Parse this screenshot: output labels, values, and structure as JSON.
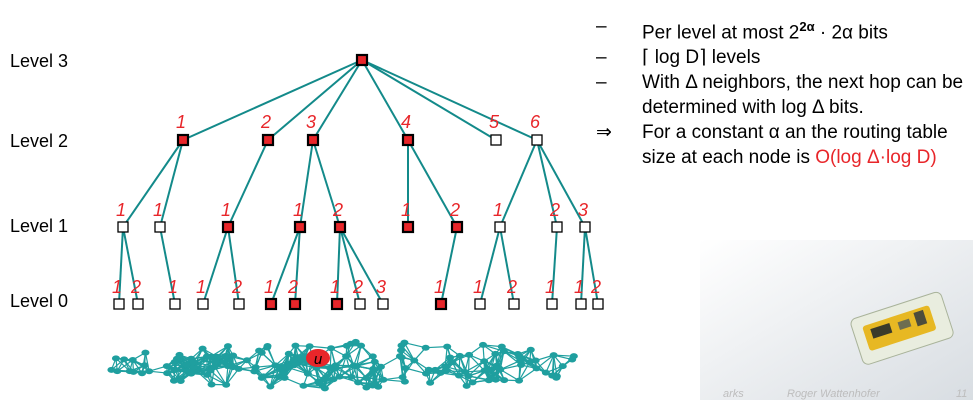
{
  "level_labels": [
    "Level 3",
    "Level 2",
    "Level 1",
    "Level 0"
  ],
  "bullets": [
    {
      "marker": "–",
      "text_before": "Per level at most 2",
      "superscript": "2α",
      "text_after": " · 2α bits"
    },
    {
      "marker": "–",
      "text": "⌈ log D⌉ levels"
    },
    {
      "marker": "–",
      "text": "With Δ neighbors, the next hop can be determined with log Δ bits."
    },
    {
      "marker": "⇒",
      "text_before": "For a constant α an the routing table size at each node is ",
      "highlight": "O(log Δ·log D)"
    }
  ],
  "tree": {
    "root_label": "",
    "level2_labels": [
      "1",
      "2",
      "3",
      "4",
      "5",
      "6"
    ],
    "level1_labels": [
      "1",
      "1",
      "1",
      "1",
      "2",
      "1",
      "2",
      "1",
      "2",
      "3"
    ],
    "level0_labels": [
      "1",
      "2",
      "1",
      "1",
      "2",
      "1",
      "2",
      "1",
      "2",
      "3",
      "1",
      "1",
      "2",
      "1",
      "1",
      "2"
    ],
    "node_label_u": "u"
  },
  "footer": {
    "left": "arks",
    "author": "Roger Wattenhofer",
    "page": "11"
  },
  "colors": {
    "edge": "#138a8a",
    "filled_node": "#e8262a",
    "node_border": "#000000",
    "label": "#e8262a",
    "network": "#1f9f9f"
  }
}
